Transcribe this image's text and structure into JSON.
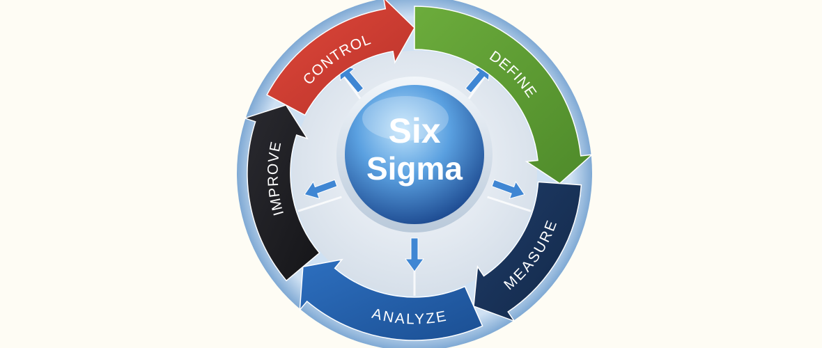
{
  "diagram": {
    "center": {
      "line1": "Six",
      "line2": "Sigma"
    },
    "phases": [
      {
        "id": "define",
        "label": "DEFINE",
        "color": "#6cac3c",
        "shade": "#4e8a2a"
      },
      {
        "id": "measure",
        "label": "MEASURE",
        "color": "#1f3c68",
        "shade": "#122848"
      },
      {
        "id": "analyze",
        "label": "ANALYZE",
        "color": "#2d6fbf",
        "shade": "#1b4f93"
      },
      {
        "id": "improve",
        "label": "IMPROVE",
        "color": "#2a2a30",
        "shade": "#151518"
      },
      {
        "id": "control",
        "label": "CONTROL",
        "color": "#e0483a",
        "shade": "#b8322a"
      }
    ],
    "colors": {
      "background": "#fefcf4",
      "outer_rim": "#9ec3e6",
      "inner_disc": "#e9eef4",
      "sphere_light": "#9ed0f5",
      "sphere_dark": "#1d5aa8",
      "sphere_ring": "#d8e3ef",
      "burst_arrow": "#3f86d3"
    }
  }
}
